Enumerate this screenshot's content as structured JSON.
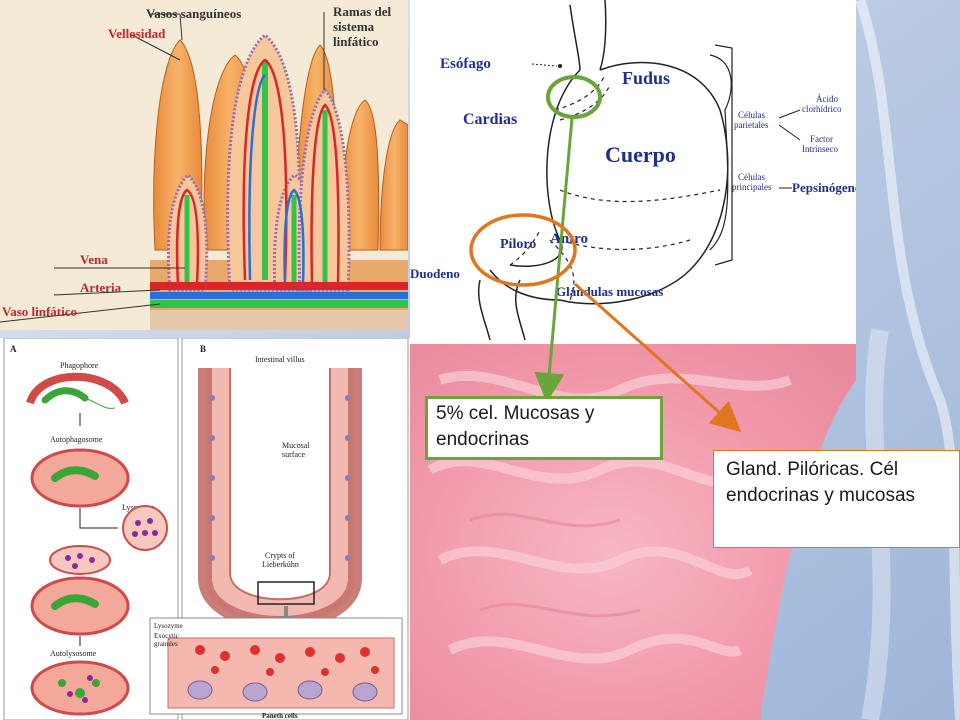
{
  "villi_panel": {
    "labels": {
      "vasos": "Vasos sanguíneos",
      "ramas": "Ramas del\nsistema\nlinfático",
      "vellosidad": "Vellosidad",
      "vena": "Vena",
      "arteria": "Arteria",
      "vaso_linfatico": "Vaso linfático"
    }
  },
  "stomach_panel": {
    "labels": {
      "esofago": "Esófago",
      "fudus": "Fudus",
      "cardias": "Cardias",
      "cuerpo": "Cuerpo",
      "piloro": "Píloro",
      "antro": "Antro",
      "duodeno": "Duodeno",
      "glandulas": "Glándulas mucosas",
      "parietales": "Células\nparietales",
      "acido": "Ácido\nclorhídrico",
      "factor": "Factor\nIntrínseco",
      "principales": "Células\nprincipales",
      "pepsinogeno": "Pepsinógeno"
    }
  },
  "autophagy_panel": {
    "labels": {
      "a": "A",
      "b": "B",
      "phagophore": "Phagophore",
      "autophagosome": "Autophagosome",
      "lysosome": "Lysosome",
      "autolysosome": "Autolysosome",
      "intestinal_villus": "Intestinal villus",
      "mucosal_surface": "Mucosal\nsurface",
      "crypts": "Crypts of\nLieberkühn",
      "lysozyme": "Lysozyme",
      "exocytic": "Exocytic\ngranules",
      "paneth": "Paneth cells"
    }
  },
  "callouts": {
    "green": "5% cel. Mucosas y endocrinas",
    "orange": "Gland. Pilóricas. Cél endocrinas y mucosas"
  },
  "colors": {
    "green_marker": "#69a53b",
    "orange_marker": "#e0761f",
    "background_pink": "#f4a3b4",
    "background_blue": "#cfd9ec"
  }
}
